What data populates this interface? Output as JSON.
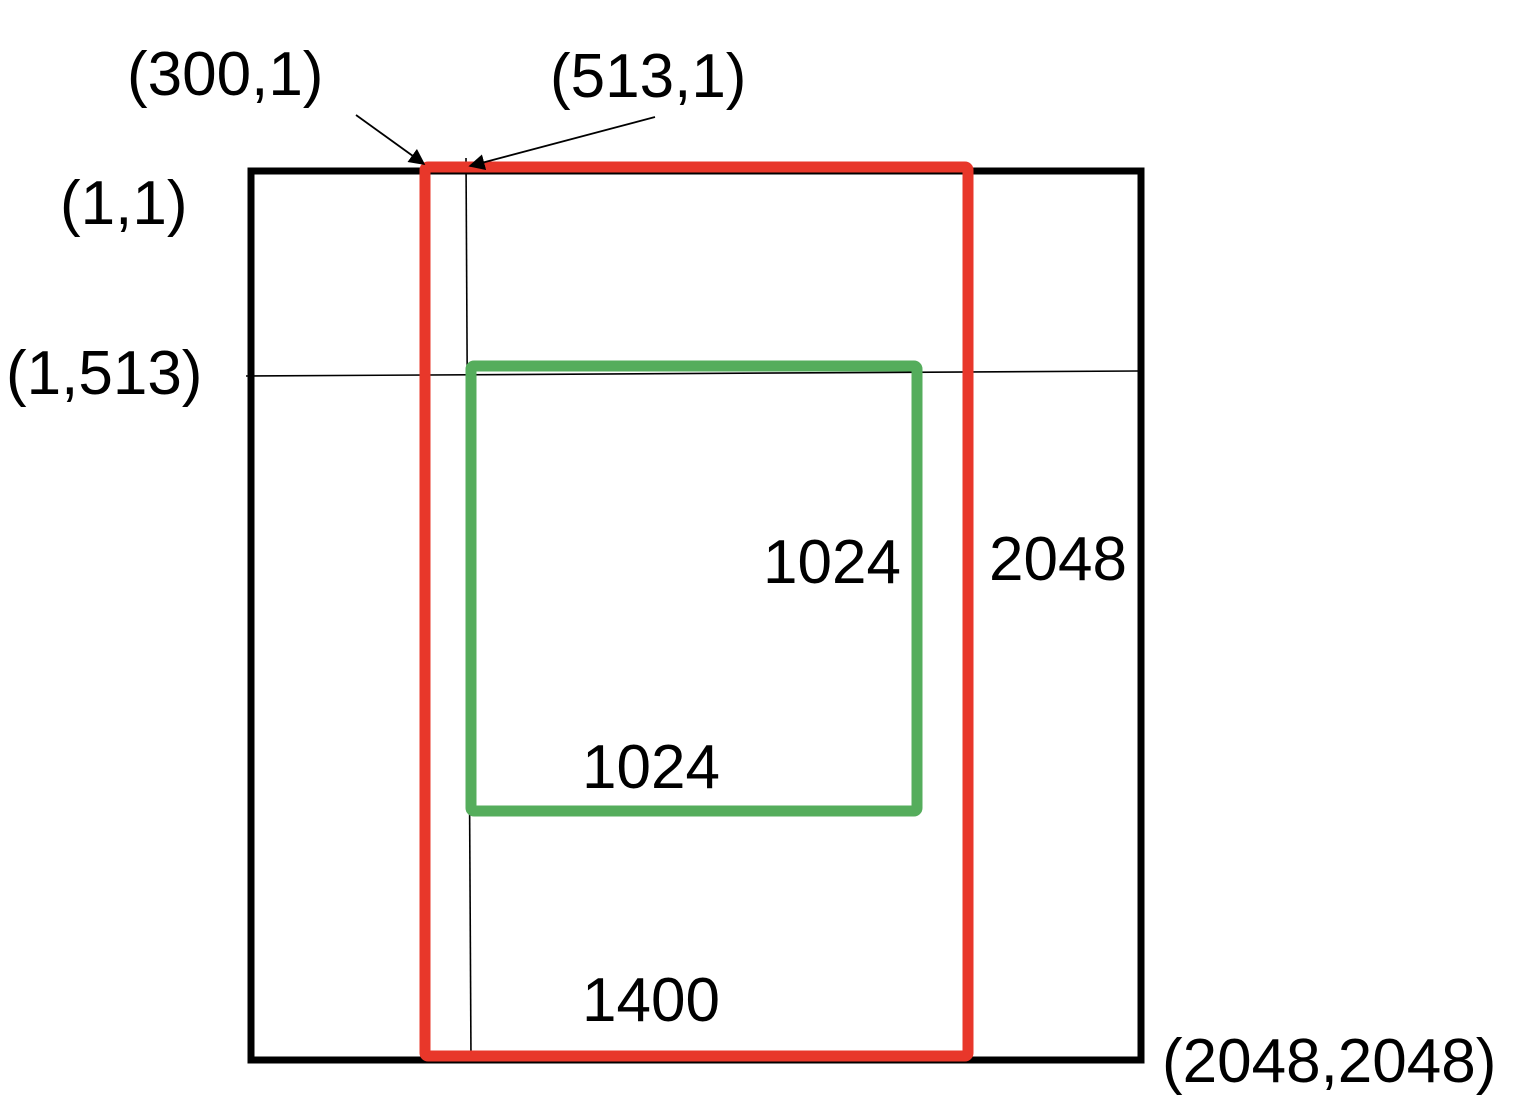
{
  "labels": {
    "red_top_left": "(300,1)",
    "green_top_left_x": "(513,1)",
    "black_top_left": "(1,1)",
    "green_top_left_y": "(1,513)",
    "black_bottom_right": "(2048,2048)",
    "green_height": "1024",
    "green_width": "1024",
    "black_height": "2048",
    "red_width": "1400"
  },
  "colors": {
    "outer_frame": "#000000",
    "red_frame": "#e8372a",
    "green_frame": "#55ad5c",
    "guide_line": "#000000"
  }
}
